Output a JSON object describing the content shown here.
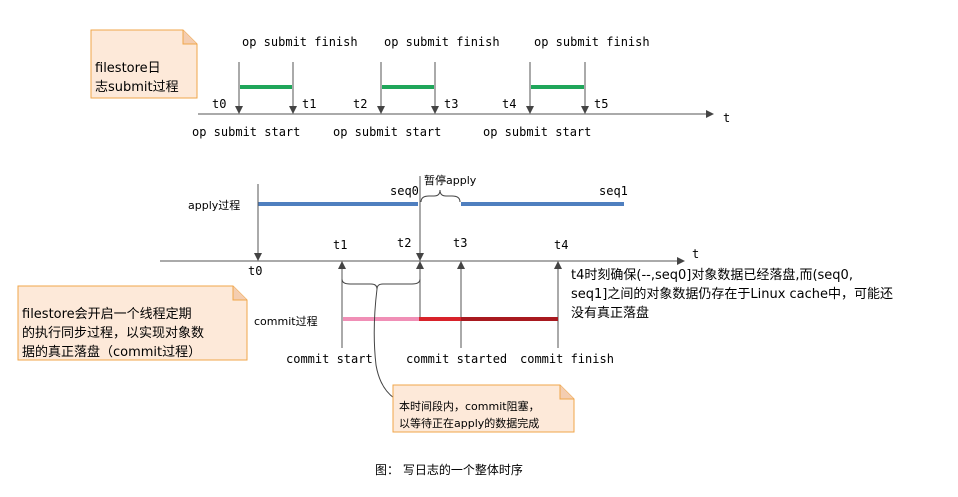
{
  "top": {
    "note": [
      "filestore日",
      "志submit过程"
    ],
    "finish_label": "op submit finish",
    "start_label": "op submit start",
    "ticks": [
      "t0",
      "t1",
      "t2",
      "t3",
      "t4",
      "t5"
    ],
    "axis_label": "t",
    "bar_color": "#1fa65a"
  },
  "bottom": {
    "apply_label": "apply过程",
    "commit_label": "commit过程",
    "seq0": "seq0",
    "seq1": "seq1",
    "pause_label": "暂停apply",
    "axis_label": "t",
    "ticks": [
      "t0",
      "t1",
      "t2",
      "t3",
      "t4"
    ],
    "commit_start": "commit start",
    "commit_started": "commit started",
    "commit_finish": "commit finish",
    "t4_note": [
      "t4时刻确保(--,seq0]对象数据已经落盘,而(seq0,",
      "seq1]之间的对象数据仍存在于Linux cache中，可能还",
      "没有真正落盘"
    ],
    "left_note": [
      "filestore会开启一个线程定期",
      "的执行同步过程，以实现对象数",
      "据的真正落盘（commit过程）"
    ],
    "block_note": [
      "本时间段内，commit阻塞，",
      "以等待正在apply的数据完成"
    ],
    "apply_color": "#4f7fbf",
    "commit_pink": "#f08fb6",
    "commit_red": "#d8222a",
    "commit_dark": "#a8191f"
  },
  "caption": "图：  写日志的一个整体时序"
}
